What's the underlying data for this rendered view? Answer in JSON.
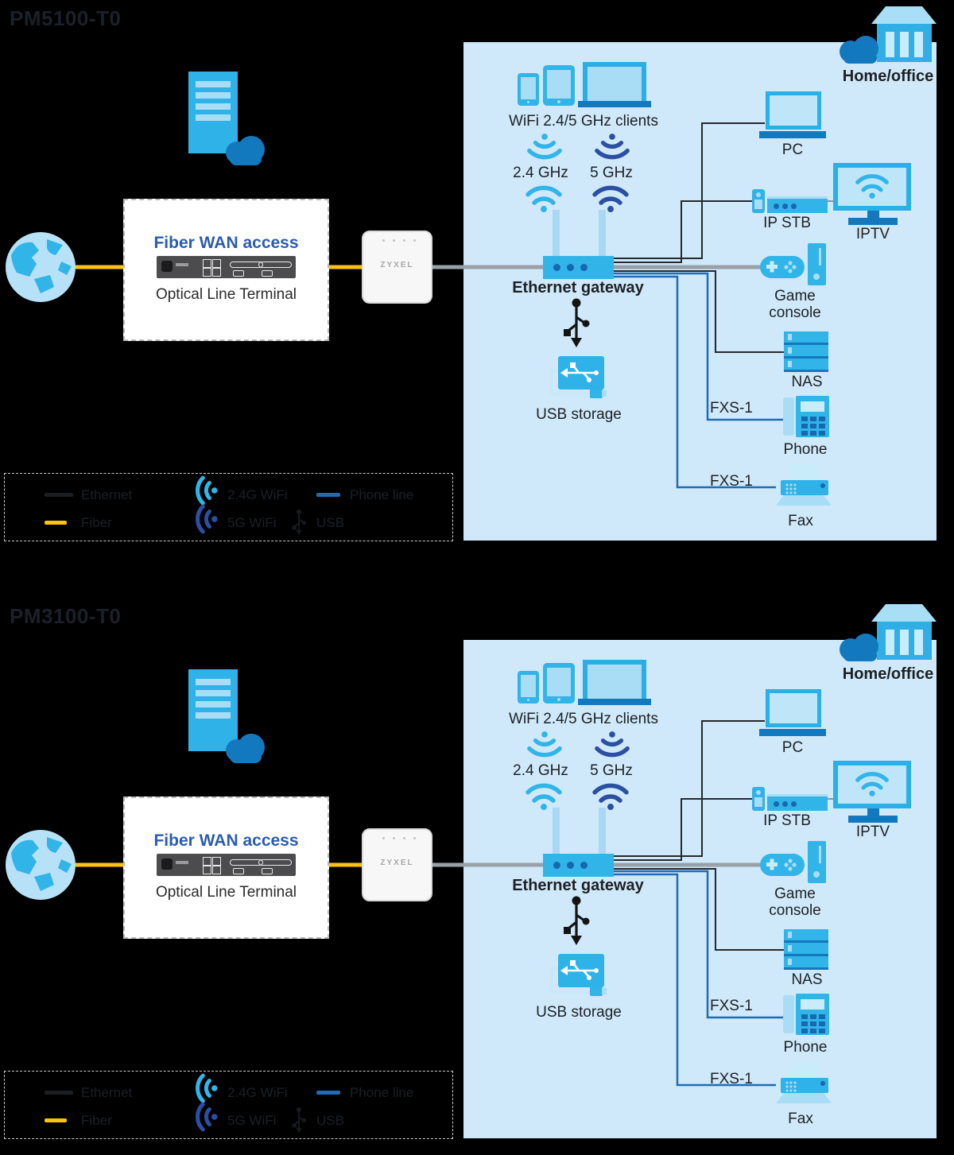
{
  "page": {
    "background": "#000000"
  },
  "sections": [
    {
      "title": "PM5100-T0"
    },
    {
      "title": "PM3100-T0"
    }
  ],
  "shared": {
    "wan_box": {
      "title": "Fiber WAN access",
      "subtitle": "Optical Line Terminal"
    },
    "ont_brand": "ZYXEL",
    "clients_label": "WiFi 2.4/5 GHz clients",
    "band_24_label": "2.4 GHz",
    "band_5_label": "5 GHz",
    "gateway_label": "Ethernet gateway",
    "home_office_label": "Home/office",
    "usb_storage_label": "USB storage",
    "devices": {
      "pc": "PC",
      "ip_stb": "IP STB",
      "iptv": "IPTV",
      "game_console": "Game console",
      "nas": "NAS",
      "phone": "Phone",
      "fax": "Fax"
    },
    "fxs_labels": {
      "phone": "FXS-1",
      "fax": "FXS-1"
    },
    "legend": {
      "rows": [
        [
          {
            "icon": "ethernet-line",
            "label": "Ethernet"
          },
          {
            "icon": "wifi-2.4g",
            "label": "2.4G WiFi"
          },
          {
            "icon": "phone-line",
            "label": "Phone line"
          }
        ],
        [
          {
            "icon": "fiber-line",
            "label": "Fiber"
          },
          {
            "icon": "wifi-5g",
            "label": "5G WiFi"
          },
          {
            "icon": "usb",
            "label": "USB"
          }
        ]
      ]
    }
  },
  "colors": {
    "panel_blue": "#cfe9fa",
    "icon_blue": "#31b4e8",
    "icon_blue_light": "#a9dcf5",
    "icon_blue_lighter": "#c9ecfb",
    "icon_blue_dark": "#1379bf",
    "wifi_5g_navy": "#2b4fa2",
    "fiber_yellow": "#ffc20e",
    "phone_line_blue": "#1f6cb5",
    "ethernet_gray": "#99a1a8",
    "ethernet_dark": "#26292e",
    "wan_title_blue": "#2b5cae",
    "label_dark": "#1d2024"
  }
}
